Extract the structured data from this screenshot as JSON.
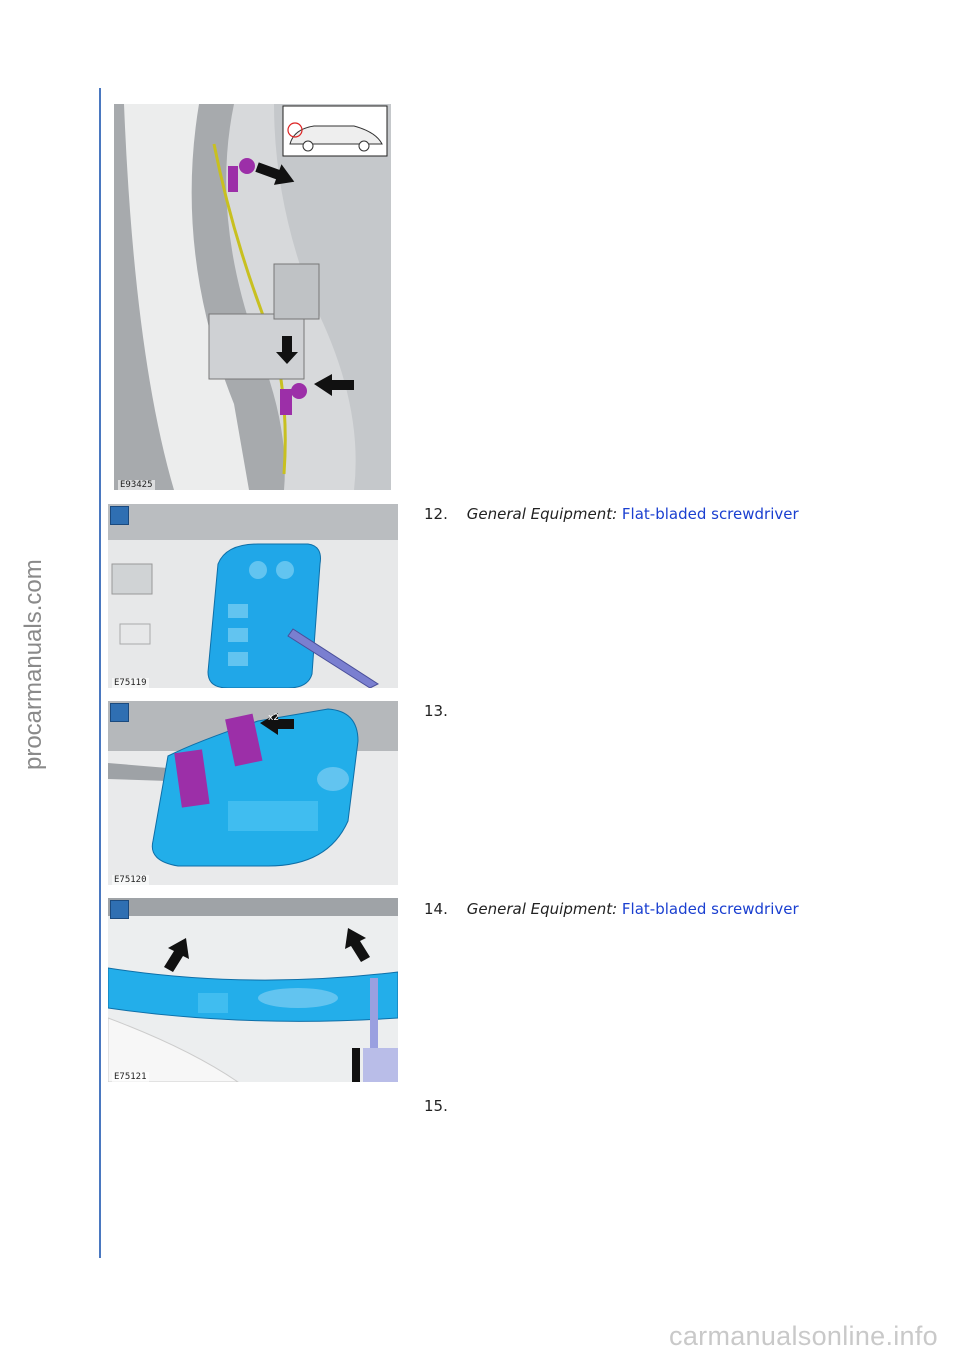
{
  "watermarks": {
    "side": "procarmanuals.com",
    "footer": "carmanualsonline.info"
  },
  "figures": [
    {
      "code": "E93425",
      "zoomable": false
    },
    {
      "code": "E75119",
      "zoomable": true
    },
    {
      "code": "E75120",
      "zoomable": true,
      "callout": "x2"
    },
    {
      "code": "E75121",
      "zoomable": true
    }
  ],
  "steps": [
    {
      "number": "12.",
      "label": "General Equipment:",
      "tool": "Flat-bladed screwdriver"
    },
    {
      "number": "13.",
      "label": "",
      "tool": ""
    },
    {
      "number": "14.",
      "label": "General Equipment:",
      "tool": "Flat-bladed screwdriver"
    },
    {
      "number": "15.",
      "label": "",
      "tool": ""
    }
  ],
  "colors": {
    "accent_line": "#4a78c0",
    "link": "#1a3fd0",
    "highlight_clip": "#9c2fa8",
    "highlight_part": "#1ea8e6"
  }
}
